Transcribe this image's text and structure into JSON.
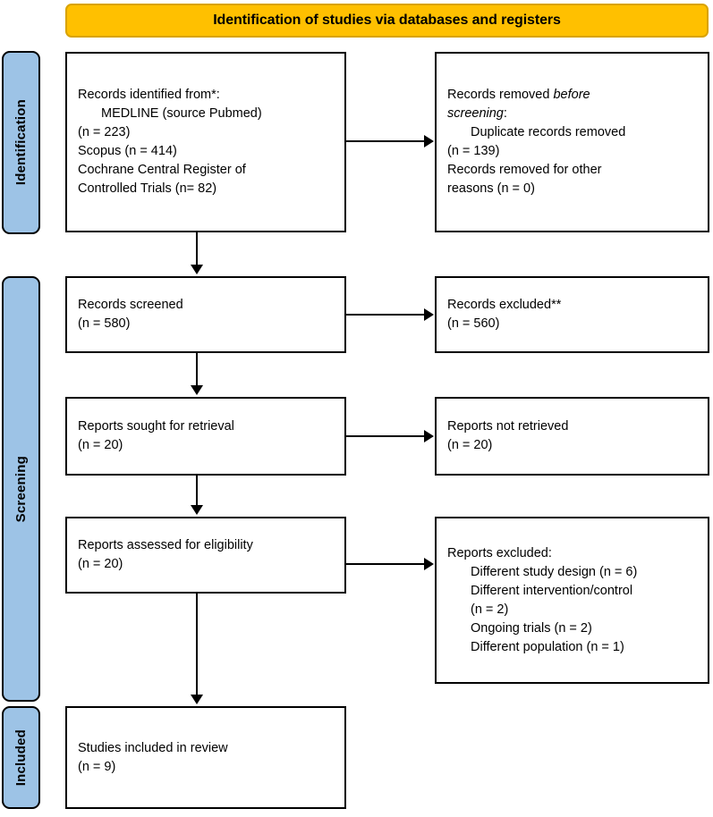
{
  "banner": {
    "title": "Identification of studies via databases and registers"
  },
  "stages": [
    {
      "id": "identification",
      "label": "Identification"
    },
    {
      "id": "screening",
      "label": "Screening"
    },
    {
      "id": "included",
      "label": "Included"
    }
  ],
  "boxes": {
    "identified": {
      "name": "records-identified-box",
      "lines": [
        "Records identified from*:",
        "MEDLINE (source Pubmed)",
        "(n = 223)",
        "Scopus (n = 414)",
        "Cochrane Central Register of",
        "Controlled Trials (n= 82)"
      ]
    },
    "removed": {
      "name": "records-removed-box",
      "lines": [
        "Records removed before",
        "screening:",
        "Duplicate records removed",
        "(n = 139)",
        "Records removed for other",
        "reasons (n = 0)"
      ]
    },
    "screened": {
      "name": "records-screened-box",
      "lines": [
        "Records screened",
        "(n = 580)"
      ]
    },
    "excluded": {
      "name": "records-excluded-box",
      "lines": [
        "Records excluded**",
        "(n = 560)"
      ]
    },
    "sought": {
      "name": "reports-sought-box",
      "lines": [
        "Reports sought for retrieval",
        "(n = 20)"
      ]
    },
    "not_retrieved": {
      "name": "reports-not-retrieved-box",
      "lines": [
        "Reports not retrieved",
        "(n = 20)"
      ]
    },
    "assessed": {
      "name": "reports-assessed-box",
      "lines": [
        "Reports assessed for eligibility",
        "(n = 20)"
      ]
    },
    "reports_excluded": {
      "name": "reports-excluded-box",
      "lines": [
        "Reports excluded:",
        "Different study design (n = 6)",
        "Different intervention/control",
        "(n = 2)",
        "Ongoing trials (n = 2)",
        "Different population (n = 1)"
      ]
    },
    "included_review": {
      "name": "studies-included-box",
      "lines": [
        "Studies included in review",
        "(n = 9)"
      ]
    }
  },
  "chart_data": {
    "type": "diagram",
    "title": "Identification of studies via databases and registers",
    "nodes": [
      {
        "id": "identified",
        "stage": "Identification",
        "column": "left",
        "counts": {
          "MEDLINE (source Pubmed)": 223,
          "Scopus": 414,
          "Cochrane Central Register of Controlled Trials": 82
        }
      },
      {
        "id": "removed",
        "stage": "Identification",
        "column": "right",
        "counts": {
          "Duplicate records removed": 139,
          "Records removed for other reasons": 0
        }
      },
      {
        "id": "screened",
        "stage": "Screening",
        "column": "left",
        "counts": {
          "Records screened": 580
        }
      },
      {
        "id": "excluded",
        "stage": "Screening",
        "column": "right",
        "counts": {
          "Records excluded": 560
        }
      },
      {
        "id": "sought",
        "stage": "Screening",
        "column": "left",
        "counts": {
          "Reports sought for retrieval": 20
        }
      },
      {
        "id": "not_retrieved",
        "stage": "Screening",
        "column": "right",
        "counts": {
          "Reports not retrieved": 20
        }
      },
      {
        "id": "assessed",
        "stage": "Screening",
        "column": "left",
        "counts": {
          "Reports assessed for eligibility": 20
        }
      },
      {
        "id": "reports_excluded",
        "stage": "Screening",
        "column": "right",
        "counts": {
          "Different study design": 6,
          "Different intervention/control": 2,
          "Ongoing trials": 2,
          "Different population": 1
        }
      },
      {
        "id": "included_review",
        "stage": "Included",
        "column": "left",
        "counts": {
          "Studies included in review": 9
        }
      }
    ],
    "edges": [
      {
        "from": "identified",
        "to": "removed",
        "direction": "right"
      },
      {
        "from": "identified",
        "to": "screened",
        "direction": "down"
      },
      {
        "from": "screened",
        "to": "excluded",
        "direction": "right"
      },
      {
        "from": "screened",
        "to": "sought",
        "direction": "down"
      },
      {
        "from": "sought",
        "to": "not_retrieved",
        "direction": "right"
      },
      {
        "from": "sought",
        "to": "assessed",
        "direction": "down"
      },
      {
        "from": "assessed",
        "to": "reports_excluded",
        "direction": "right"
      },
      {
        "from": "assessed",
        "to": "included_review",
        "direction": "down"
      }
    ],
    "colors": {
      "banner": "#FFC000",
      "banner_border": "#D9A300",
      "stage_label": "#9DC3E6",
      "box_border": "#000000",
      "background": "#FFFFFF"
    }
  }
}
